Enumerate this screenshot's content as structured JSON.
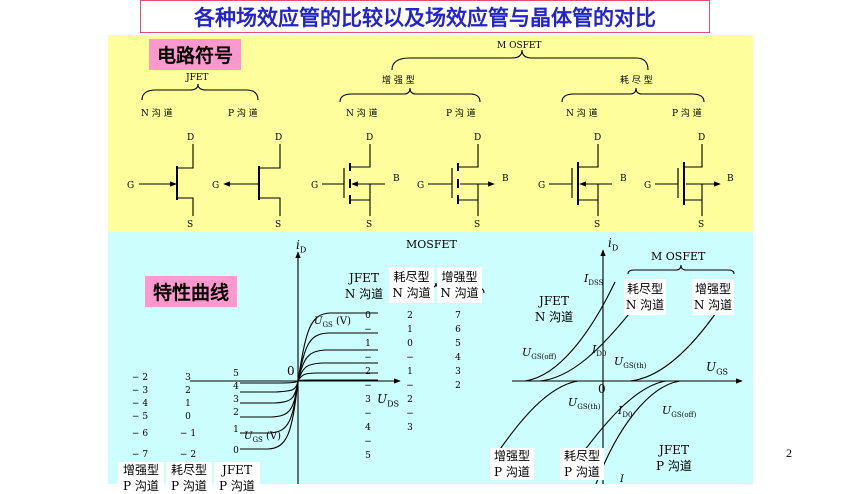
{
  "title": "各种场效应管的比较以及场效应管与晶体管的对比",
  "symbols": {
    "heading": "电路符号",
    "jfet": "JFET",
    "mosfet": "M OSFET",
    "enh": "增 强 型",
    "dep": "耗 尽 型",
    "n_channel": "N 沟 道",
    "p_channel": "P 沟 道",
    "d": "D",
    "s": "S",
    "g": "G",
    "b": "B"
  },
  "characteristics": {
    "heading": "特性曲线",
    "left": {
      "mosfet": "MOSFET",
      "jfet": "JFET",
      "jfet_n": "N 沟道",
      "dep": "耗尽型",
      "dep_n": "N 沟道",
      "enh": "增强型",
      "enh_n": "N 沟道",
      "origin": "0",
      "id": "i",
      "id_sub": "D",
      "uds": "U",
      "uds_sub": "DS",
      "ugs_top": "U",
      "ugs_top_sub": "GS",
      "ugs_top_unit": "(V)",
      "ugs_bot": "U",
      "ugs_bot_sub": "GS",
      "ugs_bot_unit": "(V)",
      "upper_cols": [
        [
          "0",
          "− 1",
          "− 2",
          "− 3",
          "− 4",
          "− 5"
        ],
        [
          "2",
          "1",
          "0",
          "− 1",
          "− 2",
          "− 3"
        ],
        [
          "7",
          "6",
          "5",
          "4",
          "3",
          "2"
        ]
      ],
      "lower_cols": [
        [
          "− 2",
          "− 3",
          "− 4",
          "− 5",
          "− 6",
          "− 7"
        ],
        [
          "3",
          "2",
          "1",
          "0",
          "− 1",
          "− 2"
        ],
        [
          "5",
          "4",
          "3",
          "2",
          "1",
          "0"
        ]
      ],
      "bottom_enh": "增强型",
      "bottom_dep": "耗尽型",
      "bottom_jfet": "JFET",
      "bottom_row2": [
        "P 沟道",
        "P 沟道",
        "P 沟道"
      ]
    },
    "right": {
      "mosfet": "M OSFET",
      "dep": "耗尽型",
      "dep_n": "N 沟道",
      "enh": "增强型",
      "enh_n": "N 沟道",
      "jfet": "JFET",
      "jfet_n": "N 沟道",
      "id": "i",
      "id_sub": "D",
      "idss": "I",
      "idss_sub": "DSS",
      "id0": "I",
      "id0_sub": "D0",
      "ugs_off": "U",
      "ugs_off_sub": "GS(off)",
      "ugs_th": "U",
      "ugs_th_sub": "GS(th)",
      "ugs": "U",
      "ugs_sub": "GS",
      "origin": "0",
      "ugs_th2": "U",
      "ugs_th2_sub": "GS(th)",
      "id0_2": "I",
      "id0_2_sub": "D0",
      "ugs_off2": "U",
      "ugs_off2_sub": "GS(off)",
      "bottom_enh": "增强型",
      "bottom_enh_p": "P 沟道",
      "bottom_dep": "耗尽型",
      "bottom_dep_p": "P 沟道",
      "bottom_jfet": "JFET",
      "bottom_jfet_p": "P 沟道",
      "bottom_cut": "I"
    }
  },
  "page_number": "2"
}
